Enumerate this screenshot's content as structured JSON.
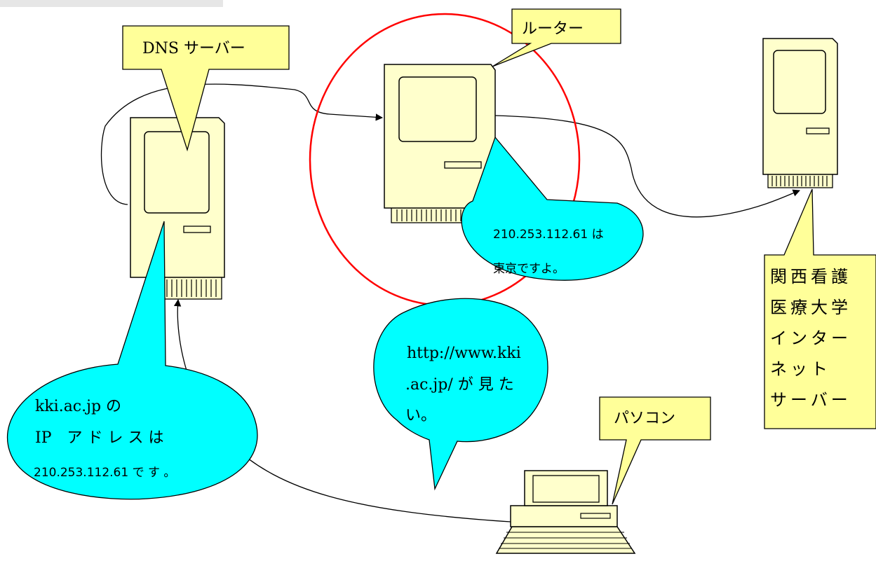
{
  "colors": {
    "callout_yellow": "#FFFF99",
    "bubble_cyan": "#00FFFF",
    "machine_fill": "#FFFFCC",
    "highlight_red": "#FF0000",
    "line": "#000000"
  },
  "labels": {
    "dns_server": "DNS サーバー",
    "router": "ルーター",
    "pc": "パソコン",
    "univ_server": [
      "関西看護",
      "医療大学",
      "インター",
      "ネット",
      "サーバー"
    ]
  },
  "bubbles": {
    "dns_answer": [
      "kki.ac.jp の",
      "IP　ア ド レ ス は",
      "210.253.112.61 で す 。"
    ],
    "pc_request": [
      "http://www.kki",
      ".ac.jp/ が 見 た",
      "い。"
    ],
    "router_note": [
      "210.253.112.61 は",
      "東京ですよ。"
    ]
  },
  "icons": [
    "dns-server-computer-icon",
    "router-computer-icon",
    "university-server-computer-icon",
    "pc-computer-icon"
  ]
}
